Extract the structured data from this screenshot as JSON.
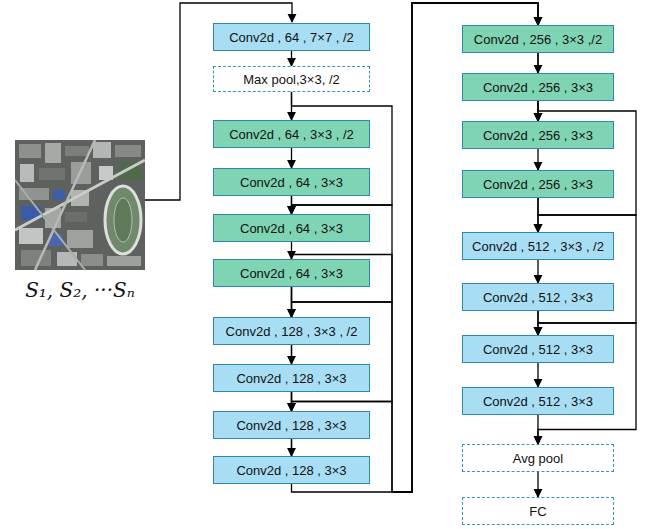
{
  "diagram": {
    "nodes": [
      {
        "text": [
          "Conv2d , 64 , 7×7 , /2"
        ]
      },
      {
        "text": [
          "Max pool,3×3, /2"
        ]
      },
      {
        "text": [
          "Conv2d , 64 , 3×3 , /2"
        ]
      },
      {
        "text": [
          "Conv2d , 64 , 3×3"
        ]
      },
      {
        "text": [
          "Conv2d , 64 , 3×3"
        ]
      },
      {
        "text": [
          "Conv2d , 64 , 3×3"
        ]
      },
      {
        "text": [
          "Conv2d , 128 , 3×3 , /2"
        ]
      },
      {
        "text": [
          "Conv2d , 128 , 3×3"
        ]
      },
      {
        "text": [
          "Conv2d , 128 , 3×3"
        ]
      },
      {
        "text": [
          "Conv2d , 128 , 3×3"
        ]
      },
      {
        "text": [
          "Conv2d , 256 , 3×3 ,/2"
        ]
      },
      {
        "text": [
          "Conv2d , 256 , 3×3"
        ]
      },
      {
        "text": [
          "Conv2d , 256 , 3×3"
        ]
      },
      {
        "text": [
          "Conv2d , 256 , 3×3"
        ]
      },
      {
        "text": [
          "Conv2d , 512 , 3×3 , /2"
        ]
      },
      {
        "text": [
          "Conv2d , 512 , 3×3"
        ]
      },
      {
        "text": [
          "Conv2d , 512 , 3×3"
        ]
      },
      {
        "text": [
          "Conv2d , 512 , 3×3"
        ]
      },
      {
        "text": [
          "Avg pool"
        ]
      },
      {
        "text": [
          "FC"
        ]
      }
    ],
    "edges": [
      {
        "from": 0,
        "to": 1,
        "arrow": "to"
      },
      {
        "from": 1,
        "to": 2,
        "arrow": "to"
      },
      {
        "from": 2,
        "to": 3,
        "arrow": "to"
      },
      {
        "from": 3,
        "to": 4,
        "arrow": "to"
      },
      {
        "from": 4,
        "to": 5,
        "arrow": "to"
      },
      {
        "from": 5,
        "to": 6,
        "arrow": "to"
      },
      {
        "from": 6,
        "to": 7,
        "arrow": "to"
      },
      {
        "from": 7,
        "to": 8,
        "arrow": "to"
      },
      {
        "from": 8,
        "to": 9,
        "arrow": "to"
      },
      {
        "from": 9,
        "to": 10,
        "arrow": "to"
      },
      {
        "from": 10,
        "to": 11,
        "arrow": "to"
      },
      {
        "from": 11,
        "to": 12,
        "arrow": "to"
      },
      {
        "from": 12,
        "to": 13,
        "arrow": "to"
      },
      {
        "from": 13,
        "to": 14,
        "arrow": "to"
      },
      {
        "from": 14,
        "to": 15,
        "arrow": "to"
      },
      {
        "from": 15,
        "to": 16,
        "arrow": "to"
      },
      {
        "from": 16,
        "to": 17,
        "arrow": "to"
      },
      {
        "from": 17,
        "to": 18,
        "arrow": "to"
      },
      {
        "from": 18,
        "to": 19,
        "arrow": "to"
      },
      {
        "from": 1,
        "to": 4,
        "arrow": "to"
      },
      {
        "from": 3,
        "to": 6,
        "arrow": "to"
      },
      {
        "from": 5,
        "to": 8,
        "arrow": "to"
      },
      {
        "from": 7,
        "to": 10,
        "arrow": "to"
      },
      {
        "from": 9,
        "to": 12,
        "arrow": "to"
      },
      {
        "from": 11,
        "to": 14,
        "arrow": "to"
      },
      {
        "from": 13,
        "to": 16,
        "arrow": "to"
      },
      {
        "from": 15,
        "to": 18,
        "arrow": "to"
      }
    ],
    "labels": [
      "S₁, S₂, ···Sₙ"
    ]
  }
}
